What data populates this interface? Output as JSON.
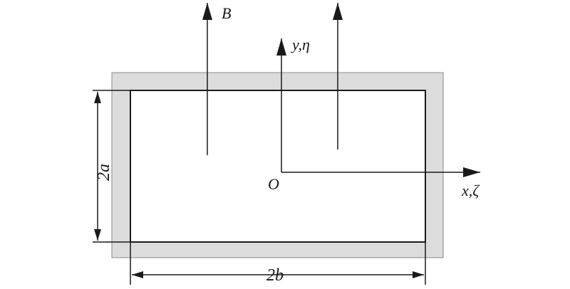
{
  "labels": {
    "field": "B",
    "y_axis": "y,η",
    "x_axis": "x,ζ",
    "origin": "O",
    "height_dim": "2a",
    "width_dim": "2b"
  },
  "colors": {
    "wall_fill": "#dcdcdc",
    "stroke": "#1a1a1a",
    "background": "#ffffff"
  }
}
